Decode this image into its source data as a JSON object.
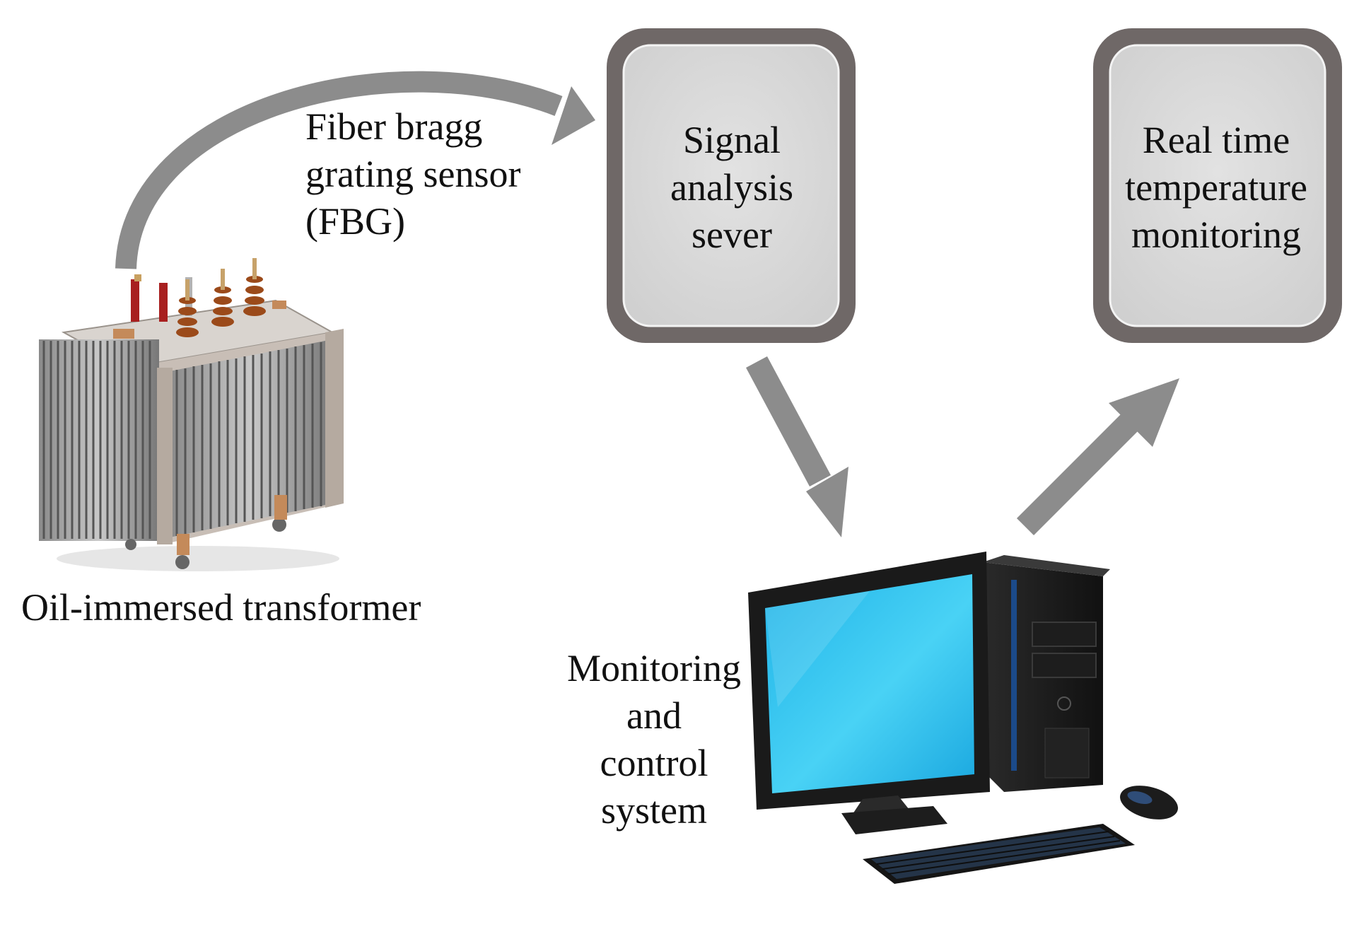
{
  "nodes": {
    "signal_server": {
      "lines": [
        "Signal",
        "analysis",
        "sever"
      ]
    },
    "realtime_monitoring": {
      "lines": [
        "Real time",
        "temperature",
        "monitoring"
      ]
    },
    "transformer": {
      "label": "Oil-immersed transformer",
      "icon": "transformer-icon"
    },
    "control_system": {
      "lines": [
        "Monitoring",
        "and",
        "control",
        "system"
      ],
      "icon": "desktop-computer-icon"
    }
  },
  "edges": {
    "sensor_link": {
      "lines": [
        "Fiber bragg",
        "grating sensor",
        "(FBG)"
      ]
    }
  },
  "colors": {
    "box_border": "#6f6867",
    "box_fill": "#d8d8d8",
    "arrow": "#8c8c8c",
    "screen": "#2ec4ef"
  }
}
